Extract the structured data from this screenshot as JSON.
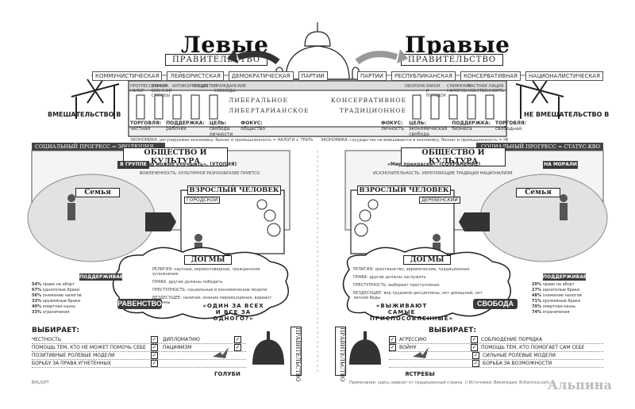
{
  "left": {
    "title": "Левые",
    "government": "ПРАВИТЕЛЬСТВО",
    "parties": [
      "КОММУНИСТИЧЕСКАЯ",
      "ЛЕЙБОРИСТСКАЯ",
      "ДЕМОКРАТИЧЕСКАЯ",
      "ПАРТИИ"
    ],
    "pillars": [
      "ПРОГРЕССИВНЫЙ НАЛОГ",
      "ОТМЕНА ВОЕННОЙ СЛУЖБЫ",
      "АНТИКОРРУПЦИЯ",
      "ОБЩЕСТВО",
      "ГРАЖДАНСКИЕ СВОБОДЫ"
    ],
    "temple_top": "ЛИБЕРАЛЬНОЕ",
    "temple_bottom": "ЛИБЕРТАРИАНСКОЕ",
    "meta": [
      {
        "k": "ТОРГОВЛЯ:",
        "v": "честная"
      },
      {
        "k": "ПОДДЕРЖКА:",
        "v": "рабочих"
      },
      {
        "k": "ЦЕЛЬ:",
        "v": "свобода личности"
      },
      {
        "k": "ФОКУС:",
        "v": "общество"
      }
    ],
    "economy": "ЭКОНОМИКА: регулируемая экономика, бизнес и промышленность = НАЛОГИ + ТРАТЫ",
    "noninterference": "ВМЕШАТЕЛЬСТВО В",
    "social_progress": "СОЦИАЛЬНЫЙ ПРОГРЕСС = ЭВОЛЮЦИЯ",
    "society": "ОБЩЕСТВО И КУЛЬТУРА",
    "society_quote": "«Мир можно улучшить». (УТОПИЯ)",
    "society_sub": "ВОВЛЕЧЕННОСТЬ: КУЛЬТУРНОЕ РАЗНООБРАЗИЕ ПРИЕТСО",
    "in_group": "В ГРУППЕ",
    "family": "Семья",
    "adult": "ВЗРОСЛЫЙ ЧЕЛОВЕК",
    "city": "ГОРОДСКОЙ",
    "dogma": "ДОГМЫ",
    "dogma_lines": [
      "РЕЛИГИЯ: научные, вероисповедные, гражданские усложнения",
      "ПРАВА: другие должны победить",
      "ПРЕСТУПНОСТЬ: социальные и экономические модели",
      "ВЕЗДЕСУЩЕЕ: наличие, мнение мировоззрения, вариант системы"
    ],
    "equality": "РАВЕНСТВО",
    "society_motto": "«ОДИН ЗА ВСЕХ И ВСЕ ЗА ОДНОГО?»",
    "supports": "ПОДДЕРЖИВАЕТ",
    "support_rows": [
      {
        "p": "54%",
        "t": "право на аборт"
      },
      {
        "p": "67%",
        "t": "однополые браки"
      },
      {
        "p": "56%",
        "t": "снижение налогов"
      },
      {
        "p": "33%",
        "t": "оружейные браки"
      },
      {
        "p": "40%",
        "t": "смертная казнь"
      },
      {
        "p": "33%",
        "t": "ограничения"
      }
    ],
    "choose": "ВЫБИРАЕТ:",
    "choose_rows": [
      {
        "a": "ЧЕСТНОСТЬ",
        "b": "ДИПЛОМАТИЮ"
      },
      {
        "a": "ПОМОЩЬ ТЕМ, КТО НЕ МОЖЕТ ПОМОЧЬ СЕБЕ",
        "b": "ПАЦИФИЗМ"
      },
      {
        "a": "ПОЗИТИВНЫЕ РОЛЕВЫЕ МОДЕЛИ",
        "b": ""
      },
      {
        "a": "БОРЬБУ ЗА ПРАВА УГНЕТЕННЫХ",
        "b": ""
      }
    ],
    "doves": "ГОЛУБИ",
    "gov_vertical": "ПРАВИТЕЛЬСТВО"
  },
  "right": {
    "title": "Правые",
    "government": "ПРАВИТЕЛЬСТВО",
    "parties": [
      "ПАРТИИ",
      "РЕСПУБЛИКАНСКАЯ",
      "КОНСЕРВАТИВНАЯ",
      "НАЦИОНАЛИСТИЧЕСКАЯ"
    ],
    "pillars": [
      "ОБОРОНА",
      "ЗАКОН И ПОРЯДОК",
      "СНИЖЕНИЕ НАЛОГОВ",
      "ЧАСТНАЯ СОБСТВЕННОСТЬ",
      "НАЦИЯ"
    ],
    "temple_top": "КОНСЕРВАТИВНОЕ",
    "temple_bottom": "ТРАДИЦИОННОЕ",
    "meta": [
      {
        "k": "ФОКУС:",
        "v": "личность"
      },
      {
        "k": "ЦЕЛЬ:",
        "v": "экономическая свобода"
      },
      {
        "k": "ПОДДЕРЖКА:",
        "v": "бизнеса"
      },
      {
        "k": "ТОРГОВЛЯ:",
        "v": "свободная"
      }
    ],
    "economy": "ЭКОНОМИКА: государство не вмешивается в экономику, бизнес и промышленность = НЕ ОБЛАГАЕТ НАЛОГАМИ И НЕ ТРАТИТ",
    "noninterference": "НЕ ВМЕШАТЕЛЬСТВО В",
    "social_progress": "СОЦИАЛЬНЫЙ ПРОГРЕСС = СТАТУС-КВО",
    "society": "ОБЩЕСТВО И КУЛЬТУРА",
    "society_quote": "«Мир прекрасен». (СОХРАНЕНИЕ)",
    "society_sub": "ИСКЛЮЧИТЕЛЬНОСТЬ: УКРЕПЛЯЮЩИЕ ТРАДИЦИИ НАЦИОНАЛИЗМ",
    "on_morals": "НА МОРАЛИ",
    "family": "Семья",
    "adult": "ВЗРОСЛЫЙ ЧЕЛОВЕК",
    "rural": "ДЕРЕВЕНСКИЙ",
    "dogma": "ДОГМЫ",
    "dogma_lines": [
      "РЕЛИГИЯ: христианство, аврамические, традиционные",
      "ПРАВА: другие должны заслужить",
      "ПРЕСТУПНОСТЬ: выбирает преступление",
      "ВЕЗДЕСУЩЕЕ: вор трудовой дисциплины, нет домашней, нет личной беды"
    ],
    "freedom": "СВОБОДА",
    "society_motto": "«ВЫЖИВАЮТ САМЫЕ ПРИСПОСОБЛЕННЫЕ»",
    "supports": "ПОДДЕРЖИВАЕТ",
    "support_rows": [
      {
        "p": "20%",
        "t": "право на аборт"
      },
      {
        "p": "27%",
        "t": "однополые браки"
      },
      {
        "p": "48%",
        "t": "снижение налогов"
      },
      {
        "p": "71%",
        "t": "оружейные браки"
      },
      {
        "p": "70%",
        "t": "смертная казнь"
      },
      {
        "p": "74%",
        "t": "ограничения"
      }
    ],
    "choose": "ВЫБИРАЕТ:",
    "choose_rows": [
      {
        "a": "АГРЕССИЮ",
        "b": "СОБЛЮДЕНИЕ ПОРЯДКА"
      },
      {
        "a": "ВОЙНУ",
        "b": "ПОМОЩЬ ТЕМ, КТО ПОМОГАЕТ САМ СЕБЕ"
      },
      {
        "a": "",
        "b": "СИЛЬНЫЕ РОЛЕВЫЕ МОДЕЛИ"
      },
      {
        "a": "",
        "b": "БОРЬБА ЗА ВОЗМОЖНОСТИ"
      }
    ],
    "hawks": "ЯСТРЕБЫ",
    "gov_vertical": "ПРАВИТЕЛЬСТВО"
  },
  "footer": {
    "page_left": "BHL/GPT",
    "note": "Примечание: здесь зависит от традиционный страны. // Источники: Википедия, Britannica.com, ...",
    "brand": "Альпина"
  }
}
